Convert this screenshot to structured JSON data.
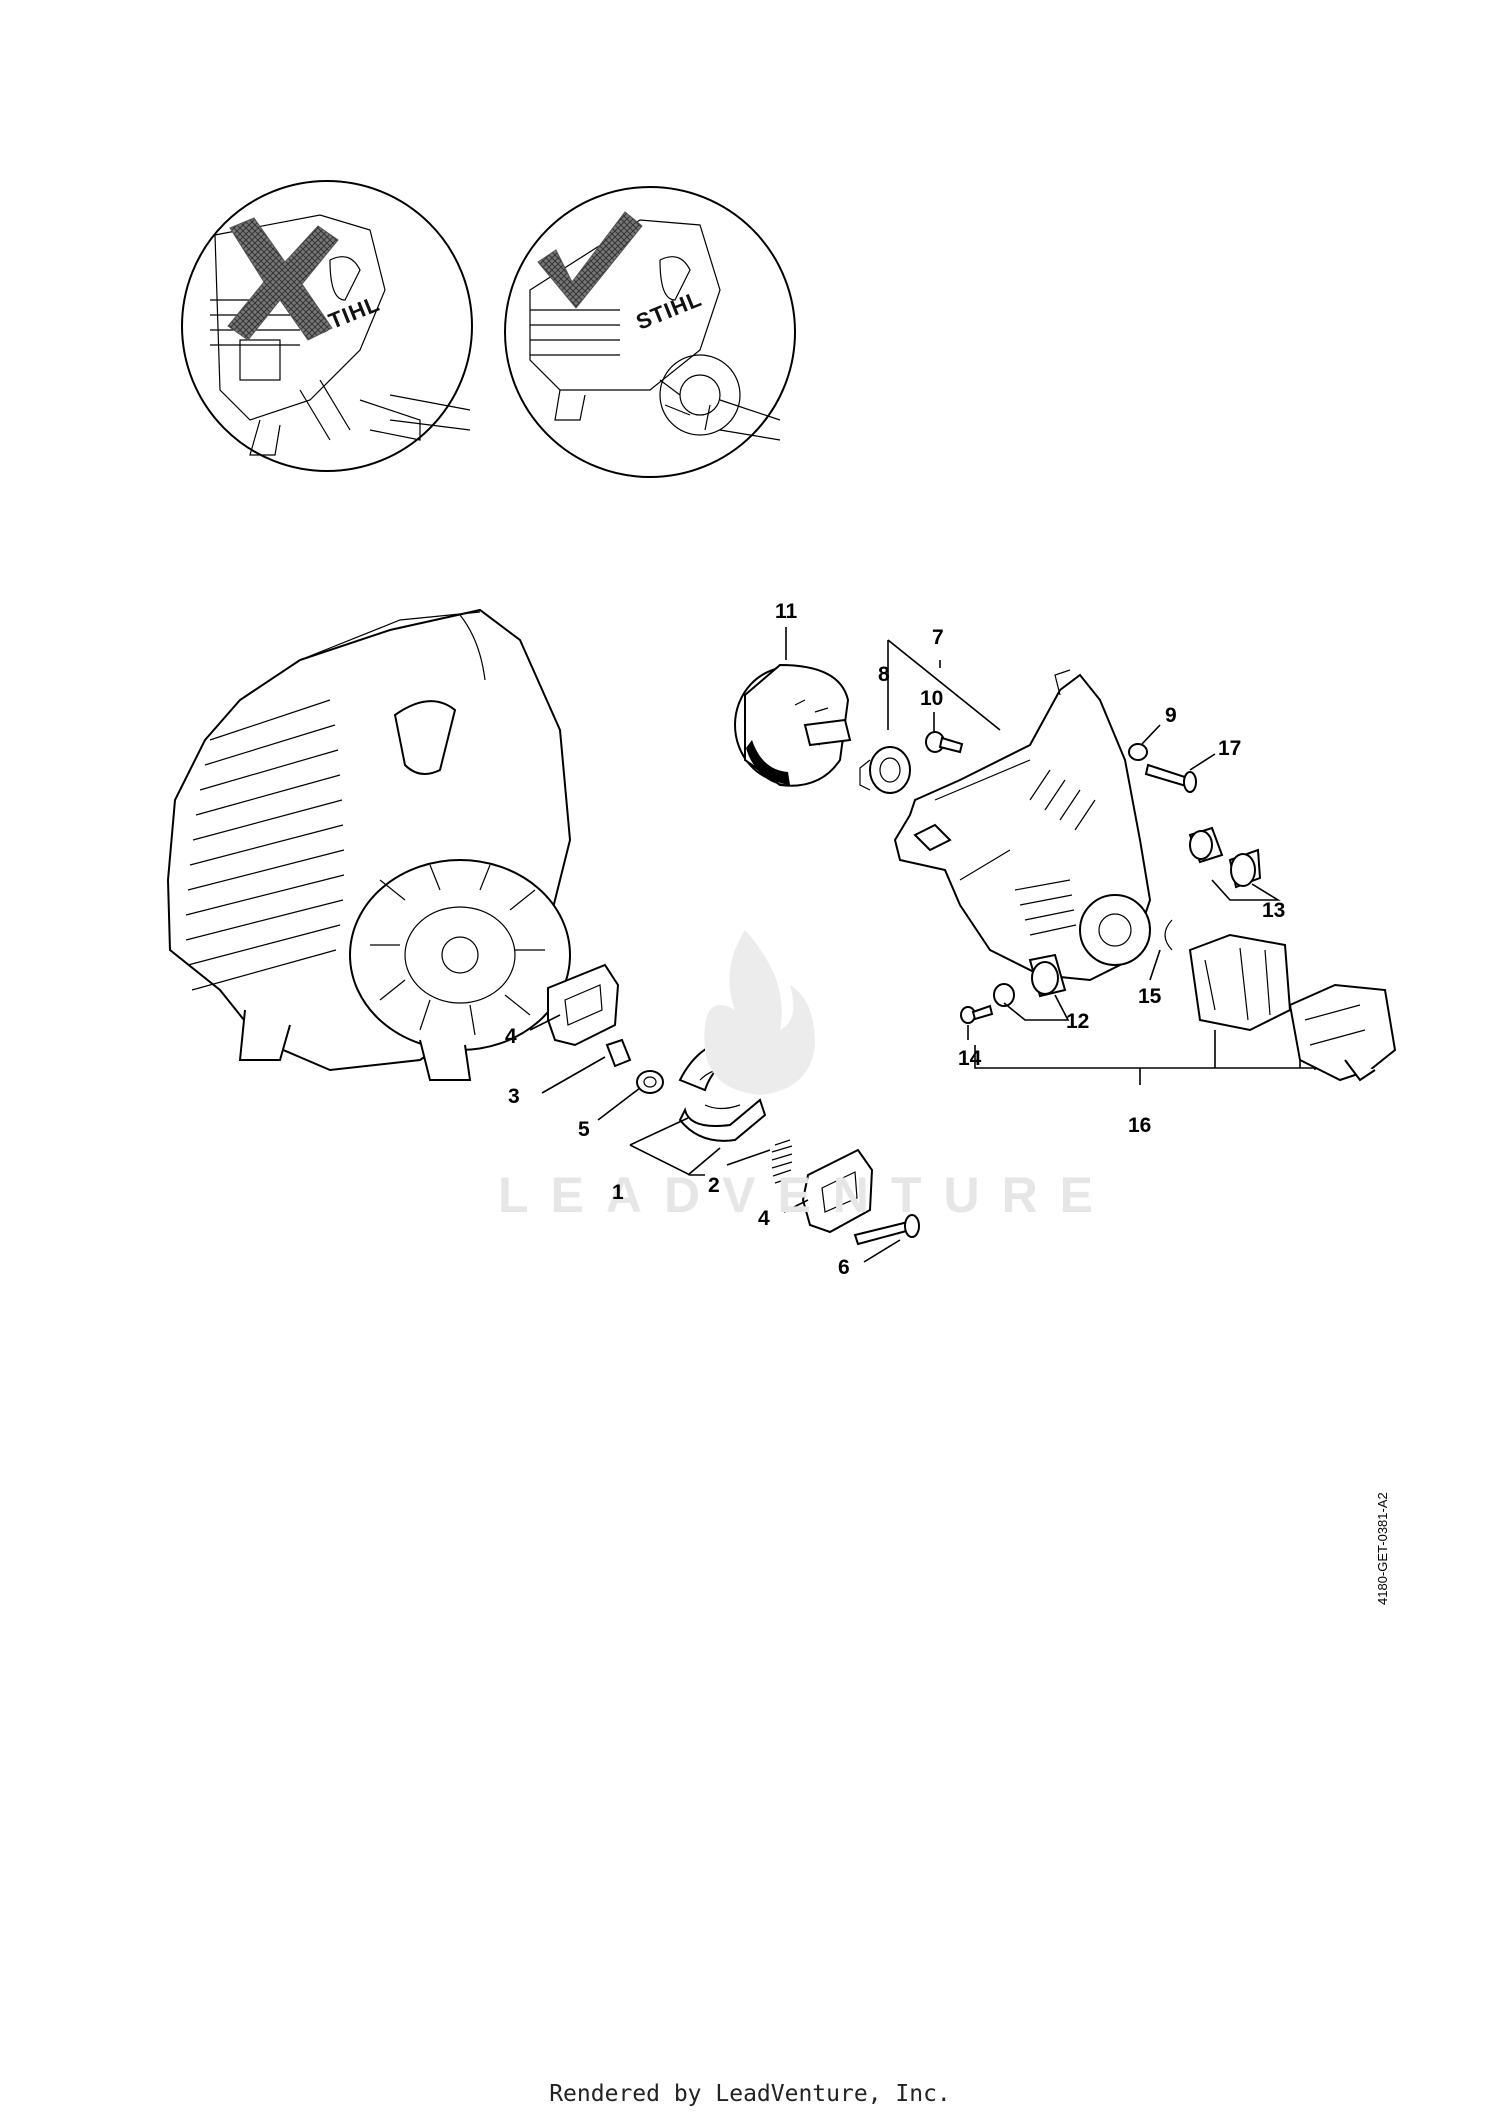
{
  "brand_labels": {
    "stihl_wrong": "STIHL",
    "stihl_right": "STIHL"
  },
  "watermark": {
    "text": "LEADVENTURE"
  },
  "doc_id": "4180-GET-0381-A2",
  "footer": "Rendered by LeadVenture, Inc.",
  "callouts": {
    "c1": "1",
    "c2": "2",
    "c3": "3",
    "c4a": "4",
    "c4b": "4",
    "c5": "5",
    "c6": "6",
    "c7": "7",
    "c8": "8",
    "c9": "9",
    "c10": "10",
    "c11": "11",
    "c12": "12",
    "c13": "13",
    "c14": "14",
    "c15": "15",
    "c16": "16",
    "c17": "17"
  },
  "icons": {
    "wrong": "x-mark-icon",
    "right": "check-mark-icon"
  }
}
